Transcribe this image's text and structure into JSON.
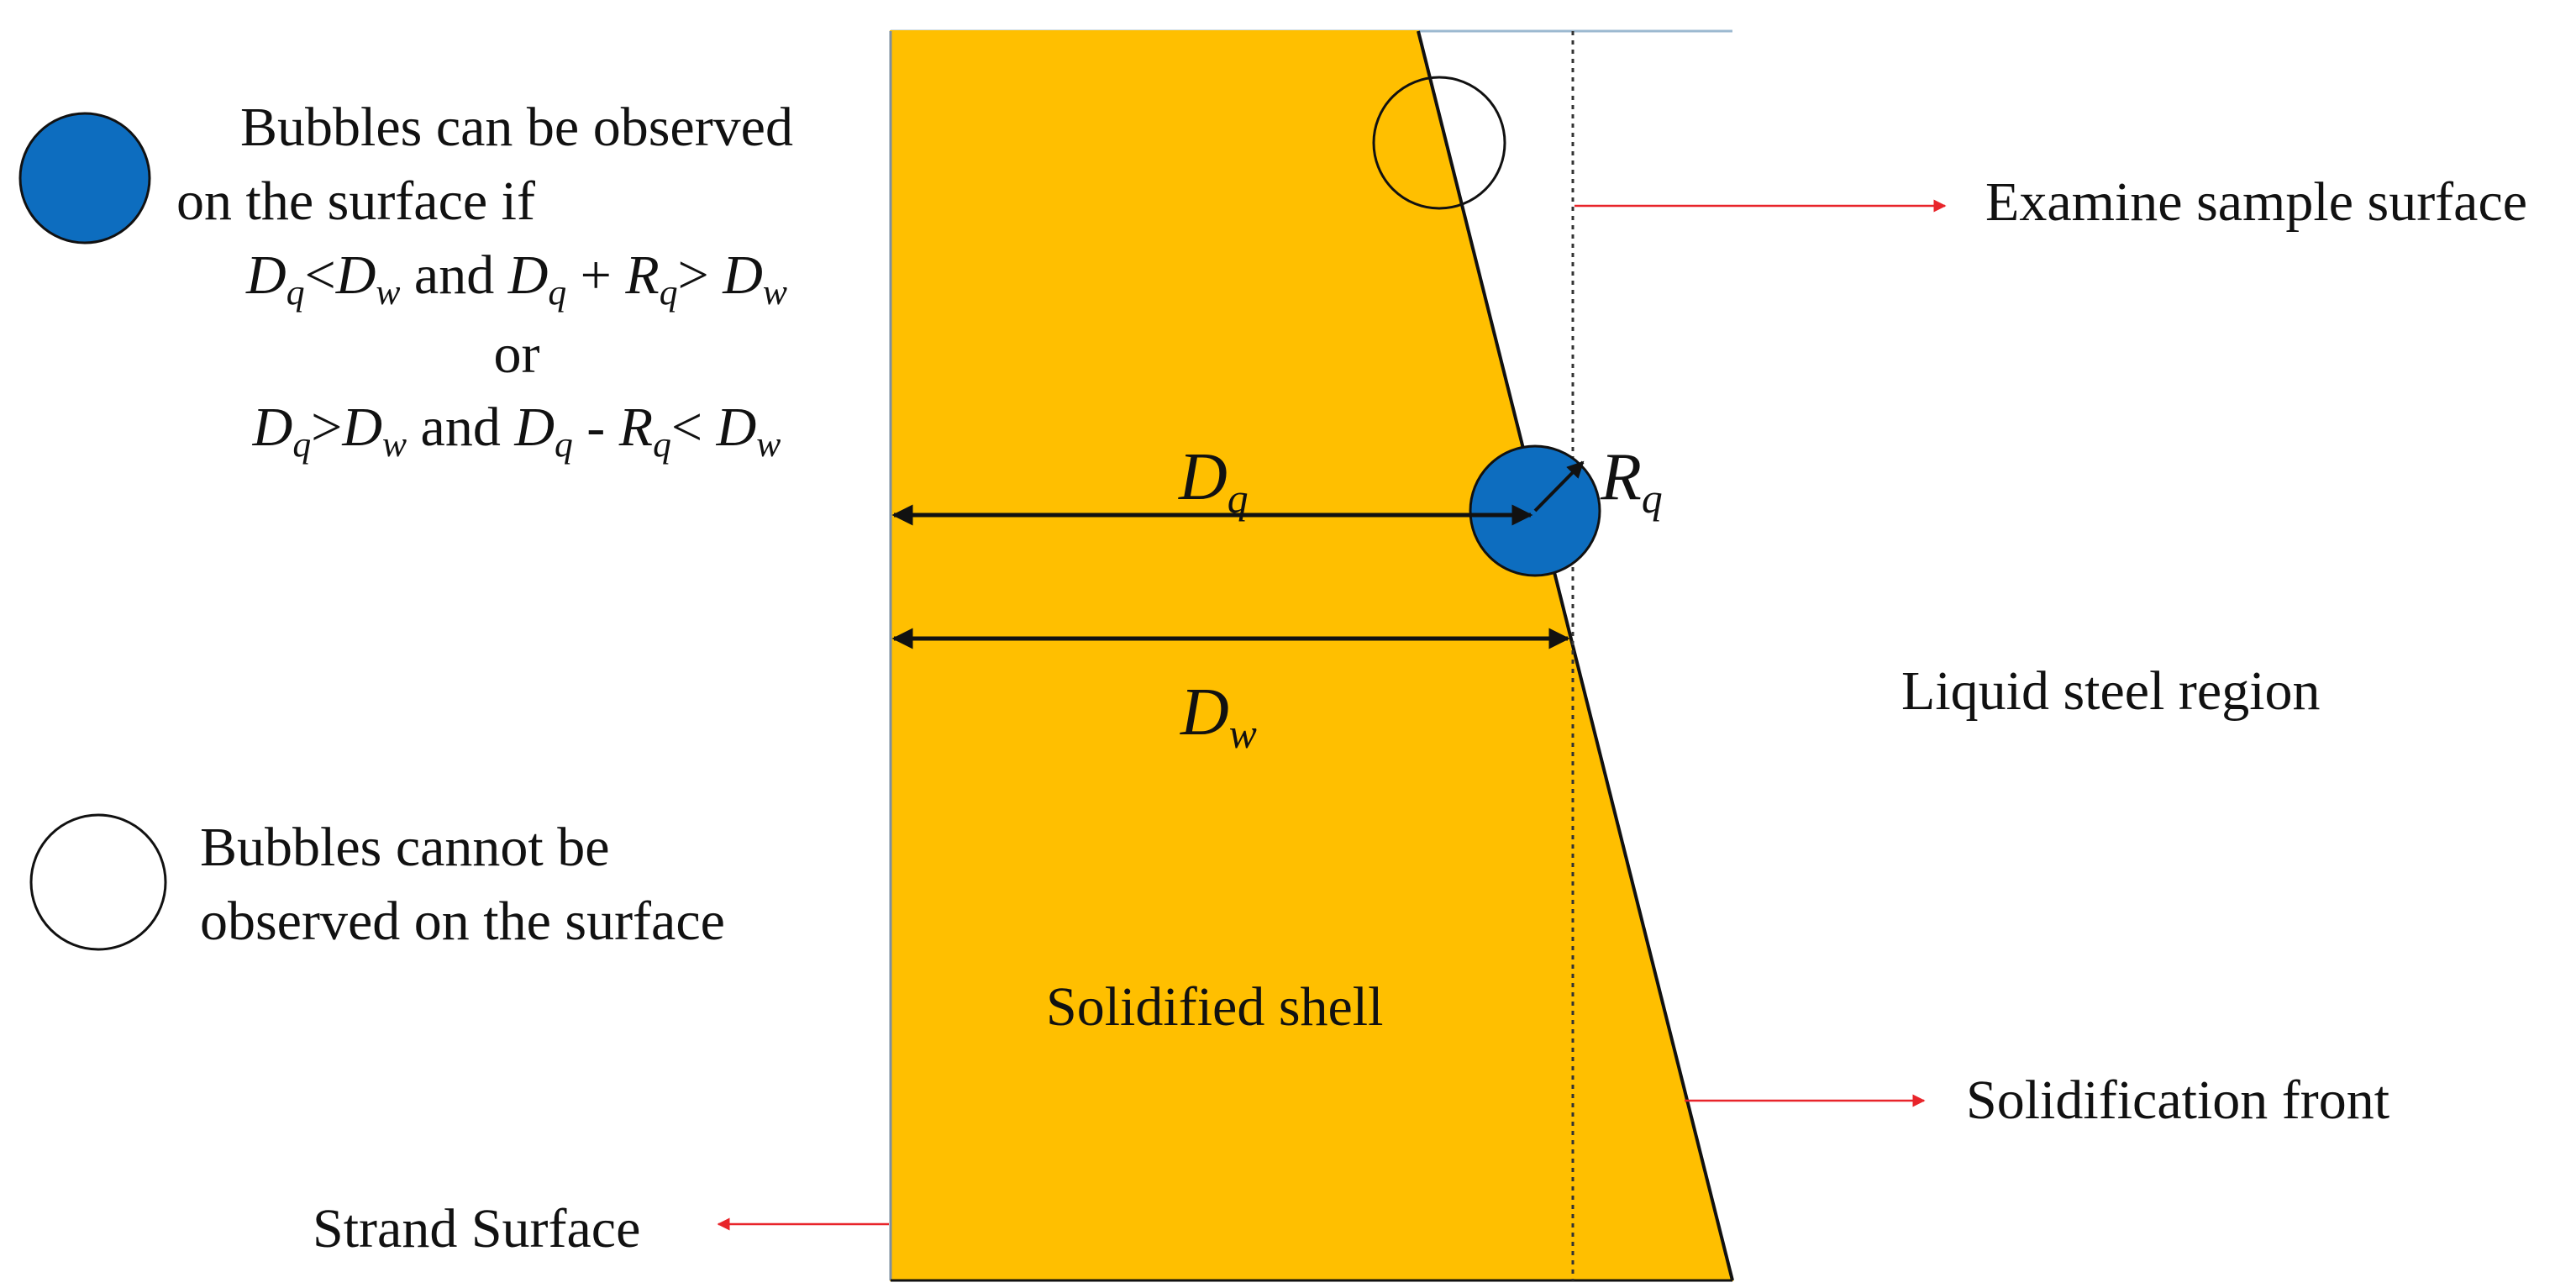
{
  "colors": {
    "shell_fill": "#FFBF00",
    "bubble_fill": "#0D6DBF",
    "arrow_red": "#E8242A",
    "line_dark": "#111111",
    "frame_line": "#9CB9D0"
  },
  "legend": {
    "observable": {
      "icon": "filled-blue-circle",
      "line1": "Bubbles can be observed",
      "line2": "on the surface if",
      "cond1": {
        "a": "D",
        "a_sub": "q",
        "op1": "<",
        "b": "D",
        "b_sub": "w",
        "and": " and ",
        "c": "D",
        "c_sub": "q",
        "plus": " + ",
        "d": "R",
        "d_sub": "q",
        "op2": "> ",
        "e": "D",
        "e_sub": "w"
      },
      "or": "or",
      "cond2": {
        "a": "D",
        "a_sub": "q",
        "op1": ">",
        "b": "D",
        "b_sub": "w",
        "and": " and ",
        "c": "D",
        "c_sub": "q",
        "minus": " - ",
        "d": "R",
        "d_sub": "q",
        "op2": "< ",
        "e": "D",
        "e_sub": "w"
      }
    },
    "not_observable": {
      "icon": "open-circle",
      "line1": "Bubbles cannot be",
      "line2": "observed on the surface"
    }
  },
  "labels": {
    "dq_main": "D",
    "dq_sub": "q",
    "dw_main": "D",
    "dw_sub": "w",
    "rq_main": "R",
    "rq_sub": "q",
    "solidified_shell": "Solidified shell",
    "liquid_steel_region": "Liquid steel region",
    "examine_sample_surface": "Examine sample surface",
    "solidification_front": "Solidification front",
    "strand_surface": "Strand Surface"
  }
}
